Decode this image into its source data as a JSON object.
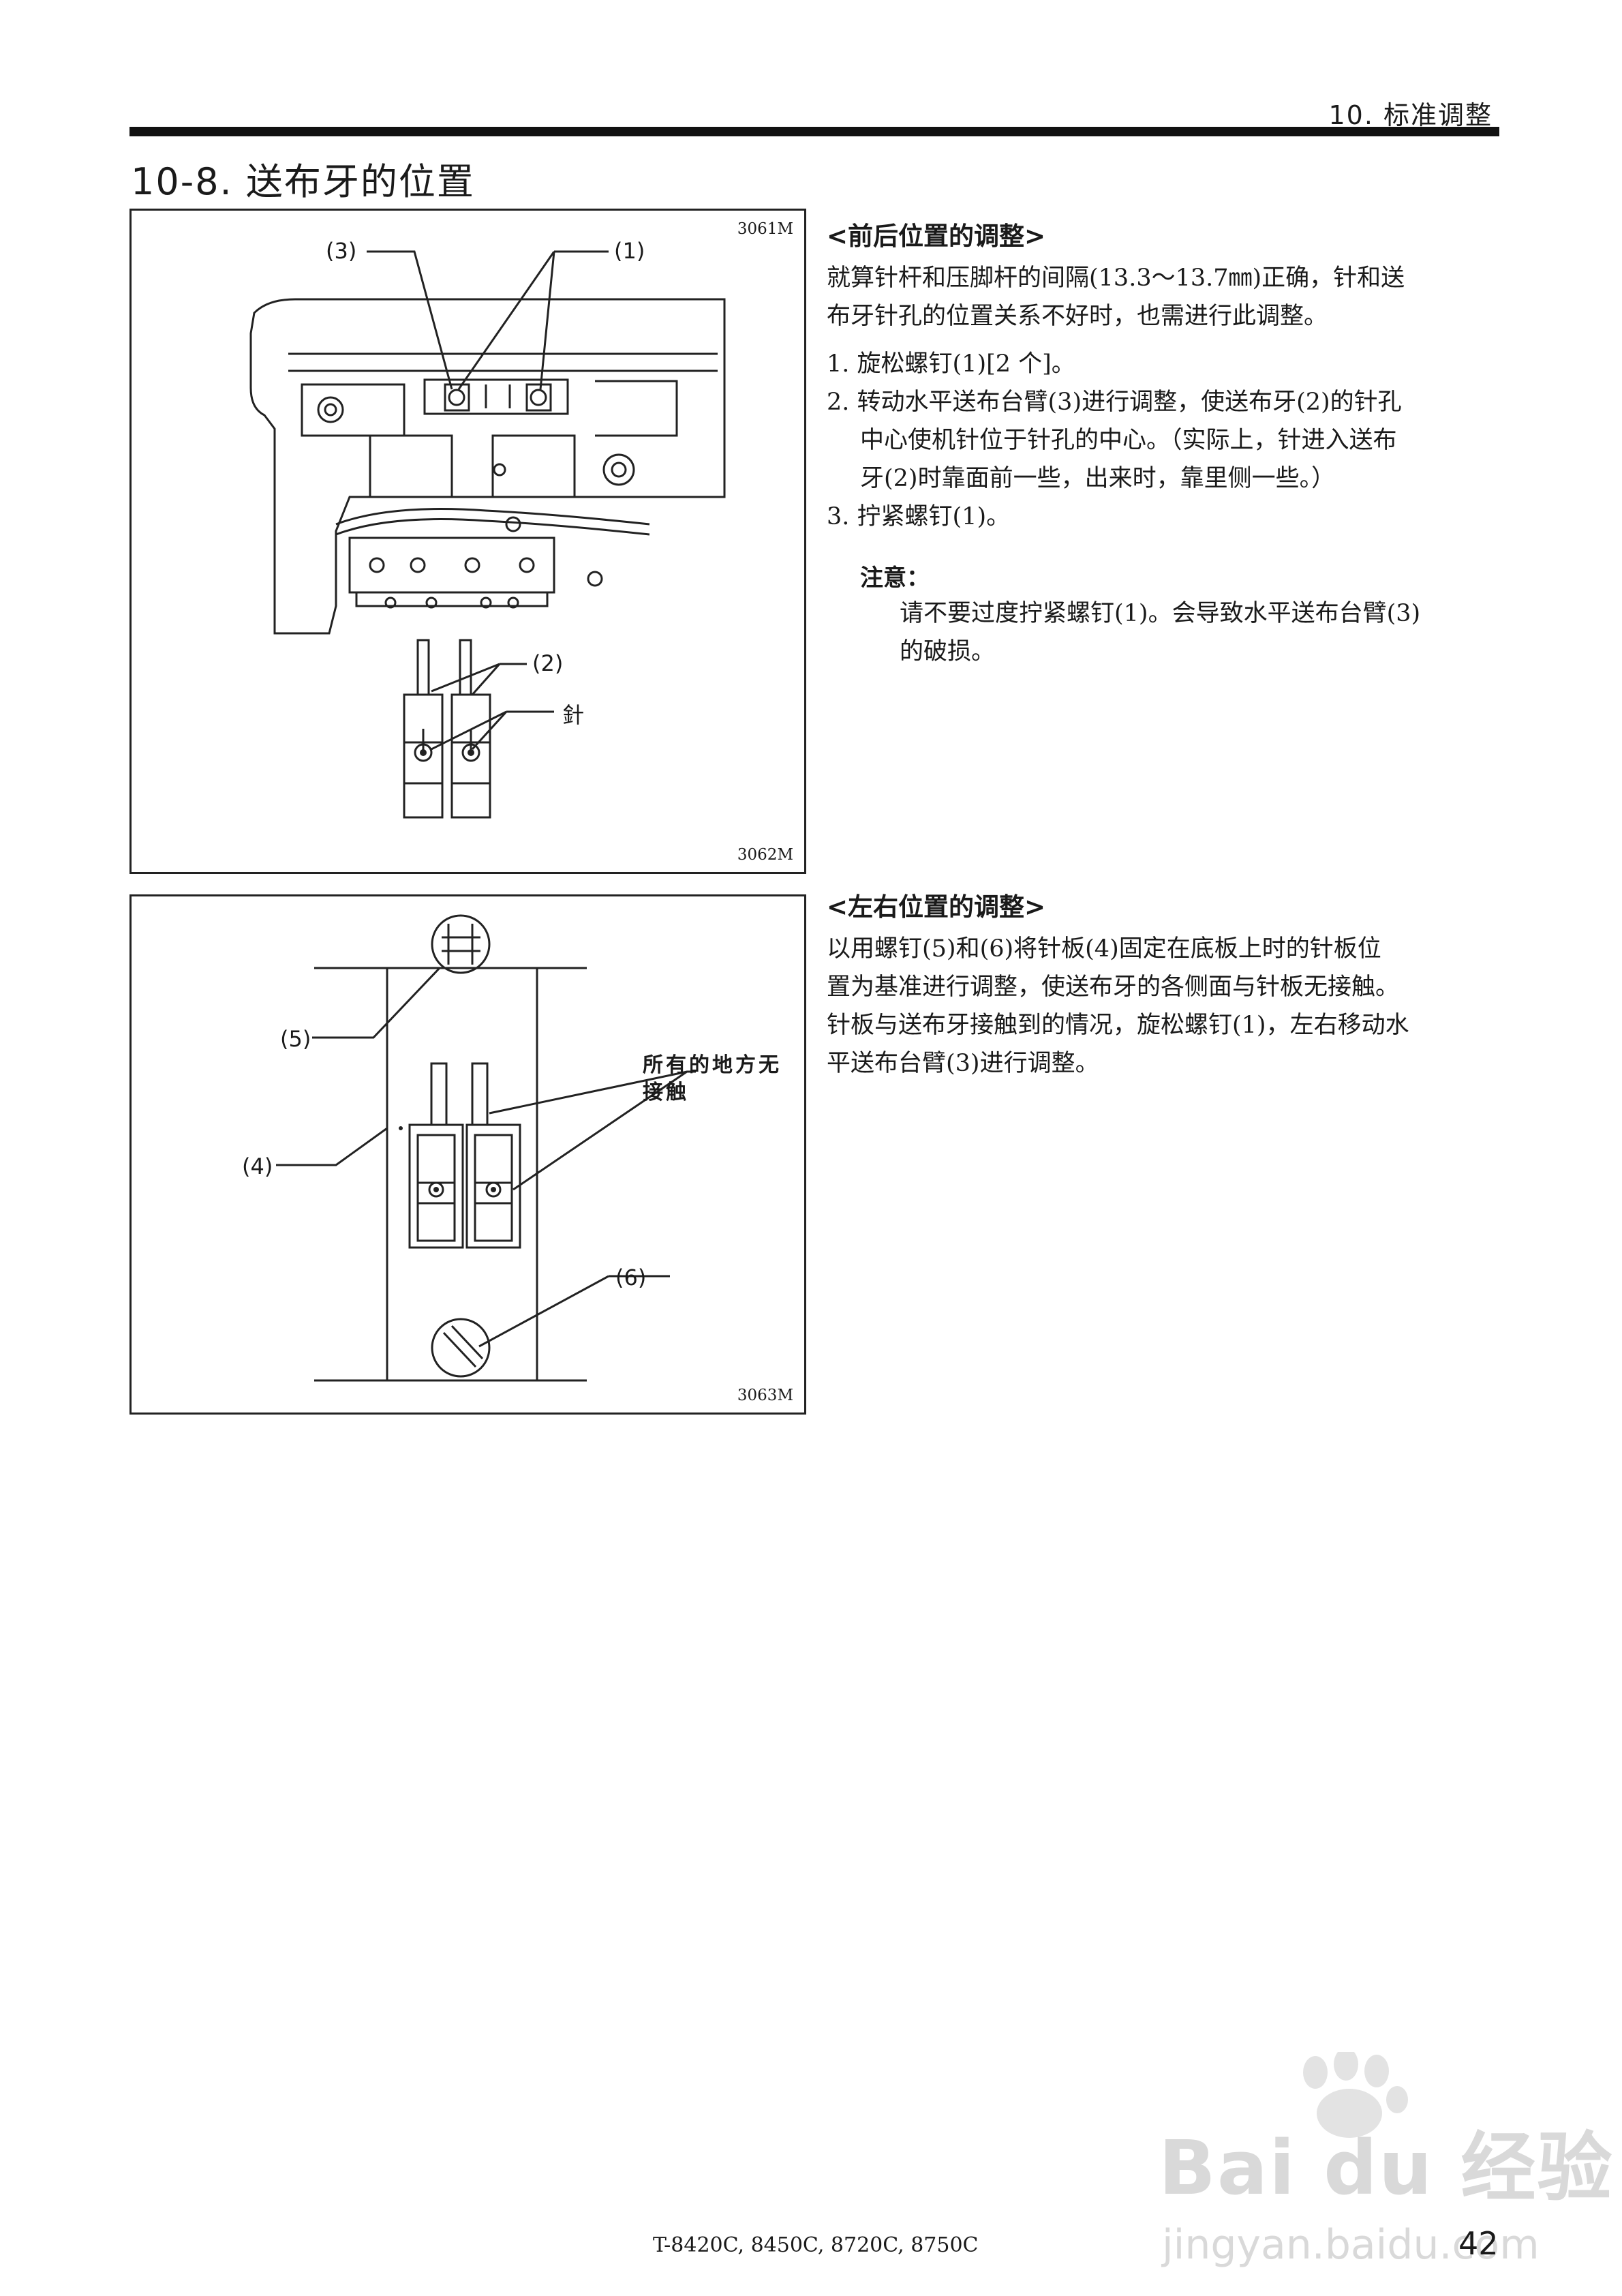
{
  "header": {
    "section": "10. 标准调整"
  },
  "section_title": "10-8. 送布牙的位置",
  "figure1": {
    "code_top": "3061M",
    "code_bottom": "3062M",
    "label_3": "(3)",
    "label_1": "(1)",
    "label_2": "(2)",
    "label_needle": "針"
  },
  "figure2": {
    "code": "3063M",
    "label_5": "(5)",
    "label_4": "(4)",
    "label_6": "(6)",
    "note_line1": "所有的地方无",
    "note_line2": "接触"
  },
  "front_back": {
    "heading": "<前后位置的调整>",
    "intro_line1": "就算针杆和压脚杆的间隔(13.3～13.7㎜)正确，针和送",
    "intro_line2": "布牙针孔的位置关系不好时，也需进行此调整。",
    "step1": "1. 旋松螺钉(1)[2 个]。",
    "step2_line1": "2. 转动水平送布台臂(3)进行调整，使送布牙(2)的针孔",
    "step2_line2": "中心使机针位于针孔的中心。（实际上，针进入送布",
    "step2_line3": "牙(2)时靠面前一些，出来时，靠里侧一些。）",
    "step3": "3. 拧紧螺钉(1)。",
    "note_heading": "注意：",
    "note_line1": "请不要过度拧紧螺钉(1)。会导致水平送布台臂(3)",
    "note_line2": "的破损。"
  },
  "left_right": {
    "heading": "<左右位置的调整>",
    "line1": "以用螺钉(5)和(6)将针板(4)固定在底板上时的针板位",
    "line2": "置为基准进行调整，使送布牙的各侧面与针板无接触。",
    "line3": "针板与送布牙接触到的情况，旋松螺钉(1)，左右移动水",
    "line4": "平送布台臂(3)进行调整。"
  },
  "footer": {
    "model": "T-8420C, 8450C, 8720C, 8750C",
    "page": "42"
  },
  "watermark": {
    "logo": "Bai du 经验",
    "url": "jingyan.baidu.com"
  }
}
